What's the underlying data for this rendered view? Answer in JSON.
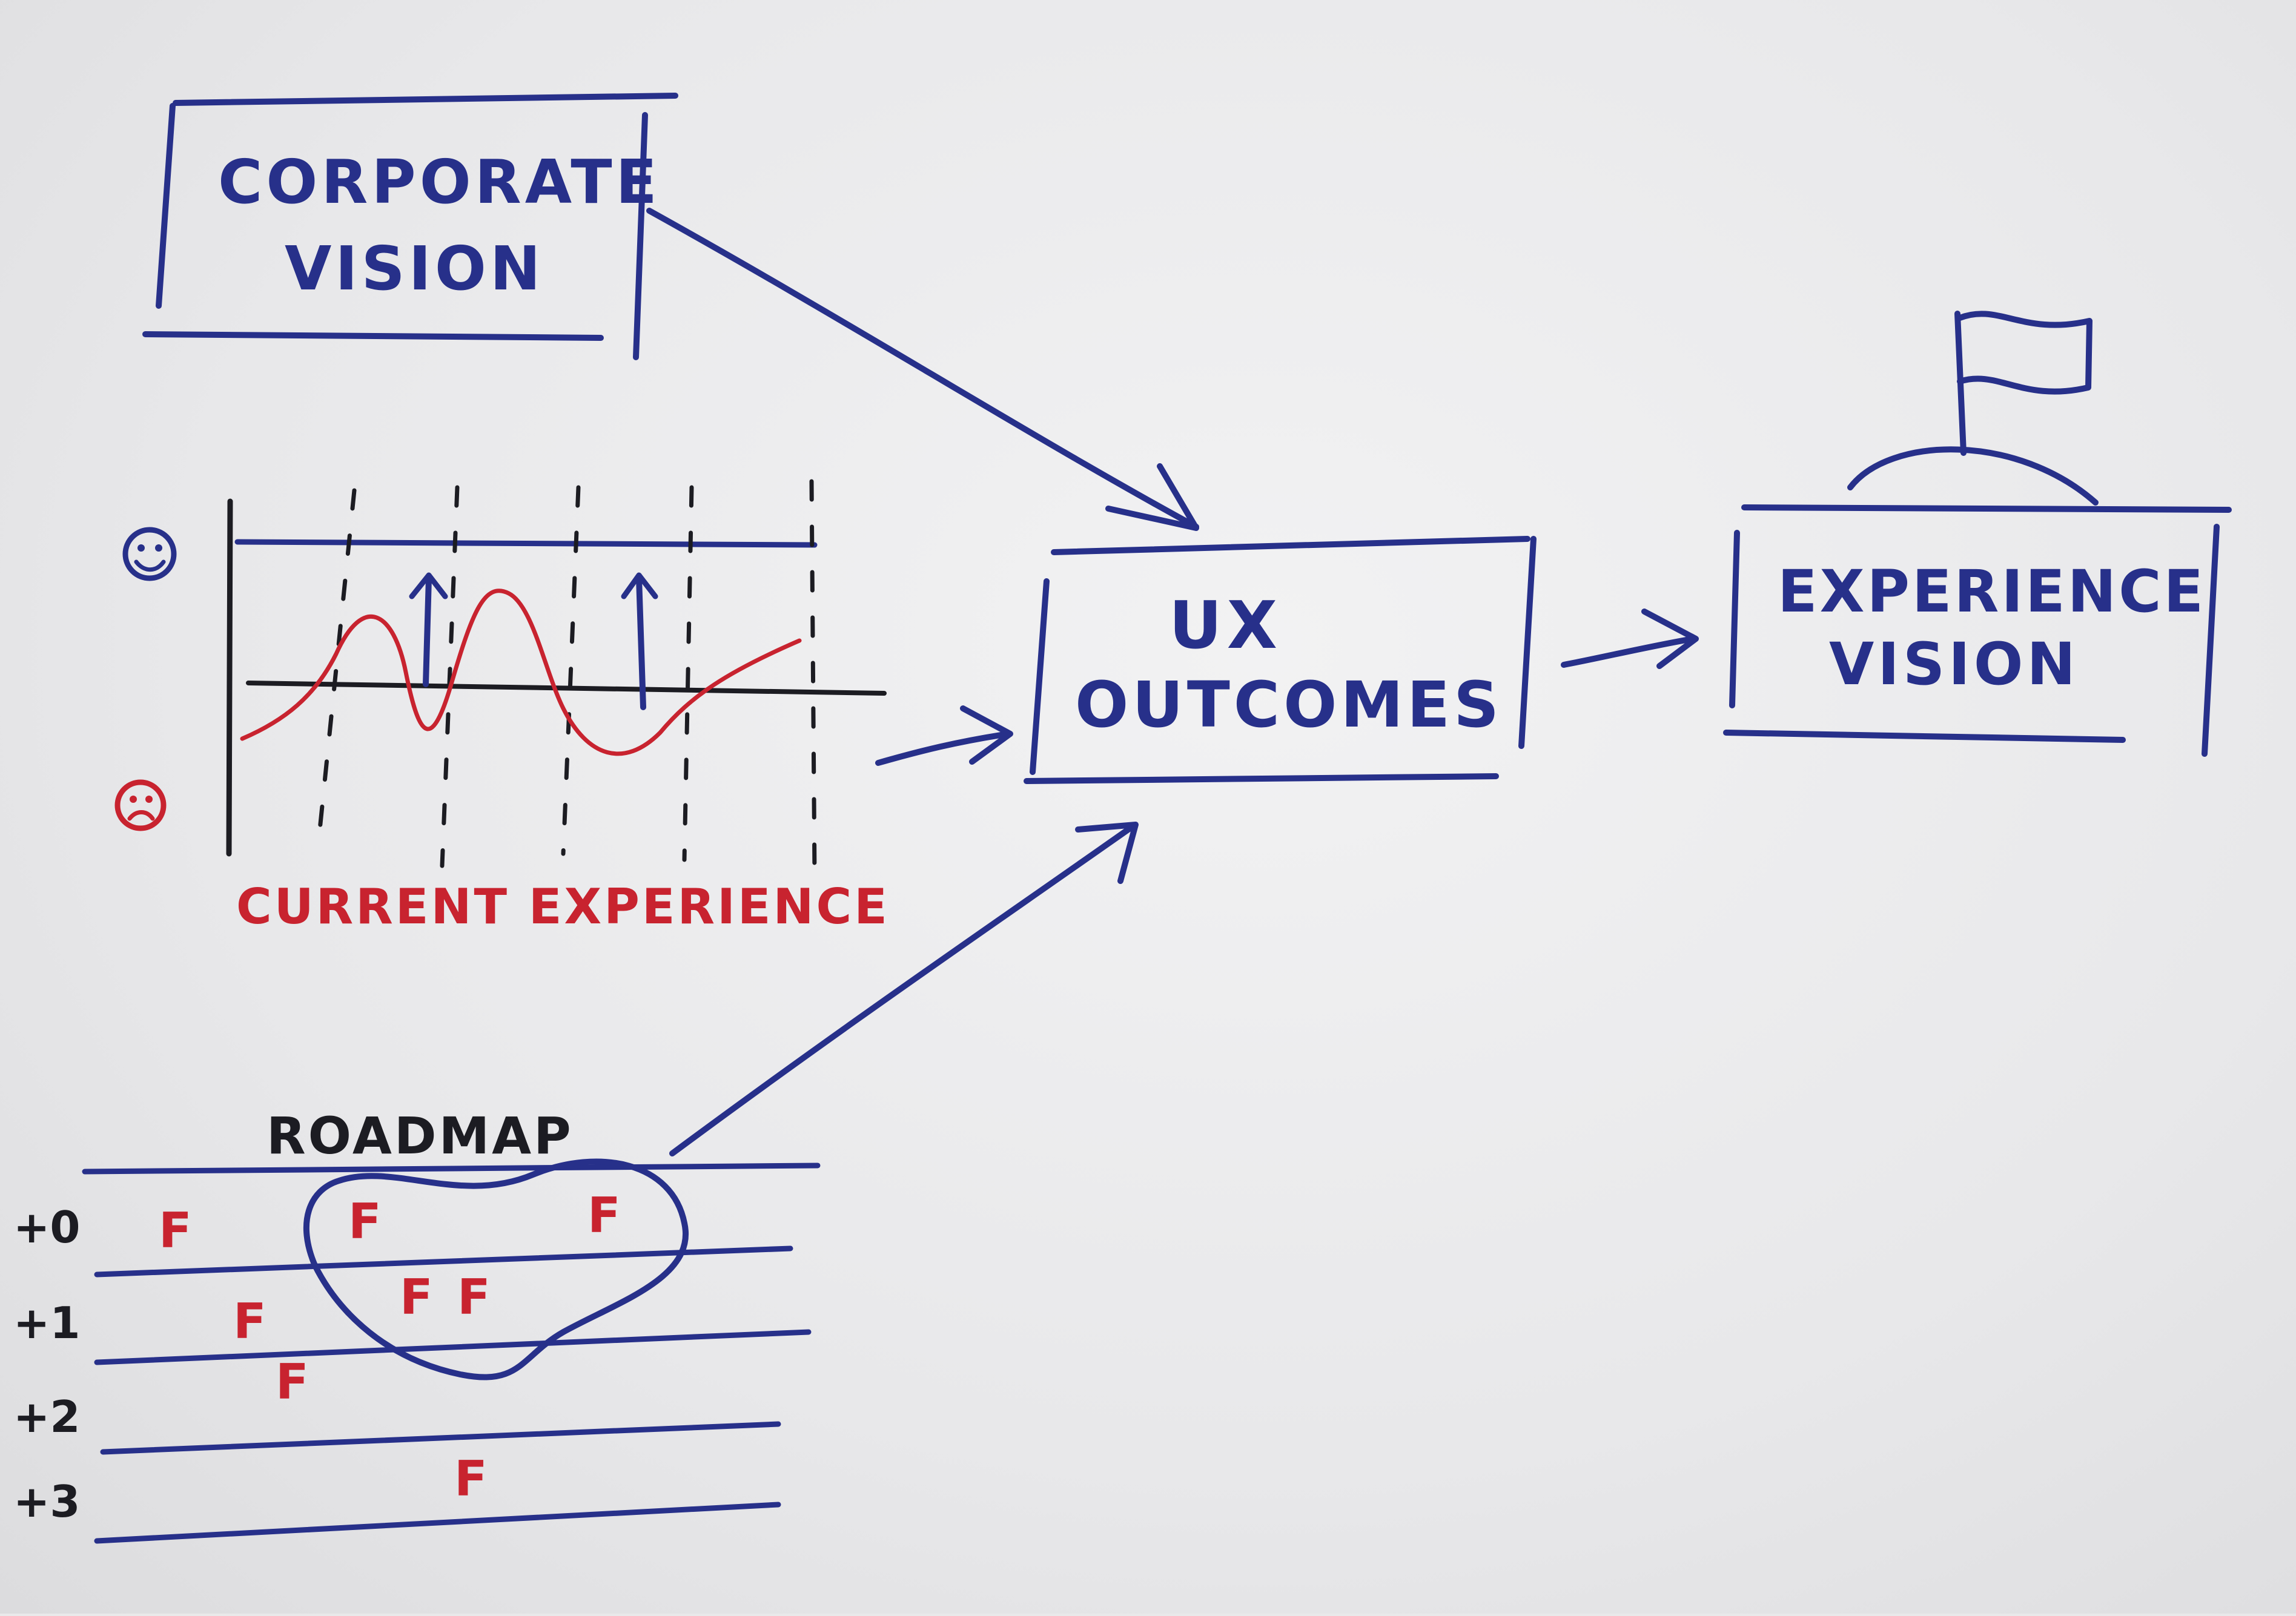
{
  "boxes": {
    "corporate_vision": {
      "line1": "CORPORATE",
      "line2": "VISION"
    },
    "ux_outcomes": {
      "line1": "UX",
      "line2": "OUTCOMES"
    },
    "experience_vision": {
      "line1": "EXPERIENCE",
      "line2": "VISION"
    }
  },
  "current_experience": {
    "caption": "CURRENT EXPERIENCE"
  },
  "roadmap": {
    "title": "ROADMAP",
    "rows": [
      "+0",
      "+1",
      "+2",
      "+3"
    ],
    "feature_mark": "F"
  },
  "colors": {
    "blue_ink": "#27308a",
    "red_ink": "#c8232f",
    "black_ink": "#1c1c22",
    "paper": "#ececed"
  },
  "icons": [
    "happy-face-icon",
    "sad-face-icon",
    "flag-icon",
    "arrow-icon"
  ]
}
